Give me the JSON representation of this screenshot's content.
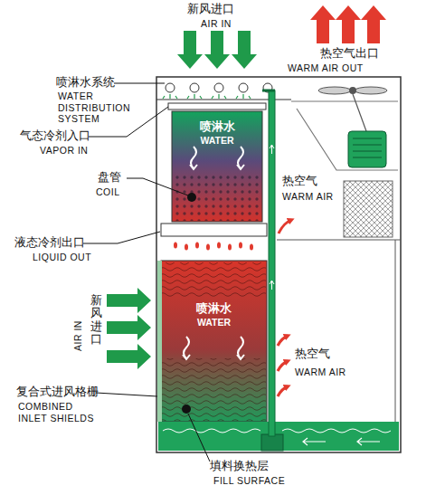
{
  "diagram": {
    "nodes": [
      {
        "text": [
          "喷淋水",
          "WATER"
        ]
      },
      {
        "text": [
          "喷淋水",
          "WATER"
        ]
      }
    ],
    "labels": [
      "新风进口",
      "AIR IN",
      "热空气出口",
      "WARM AIR OUT",
      "喷淋水系统",
      "WATER DISTRIBUTION SYSTEM",
      "气态冷剂入口",
      "VAPOR IN",
      "盘管",
      "COIL",
      "热空气",
      "WARM AIR",
      "液态冷剂出口",
      "LIQUID OUT",
      "AIR IN",
      "新风进口",
      "热空气",
      "WARM AIR",
      "复合式进风格栅",
      "COMBINED INLET SHIELDS",
      "填料换热层",
      "FILL SURFACE"
    ]
  }
}
